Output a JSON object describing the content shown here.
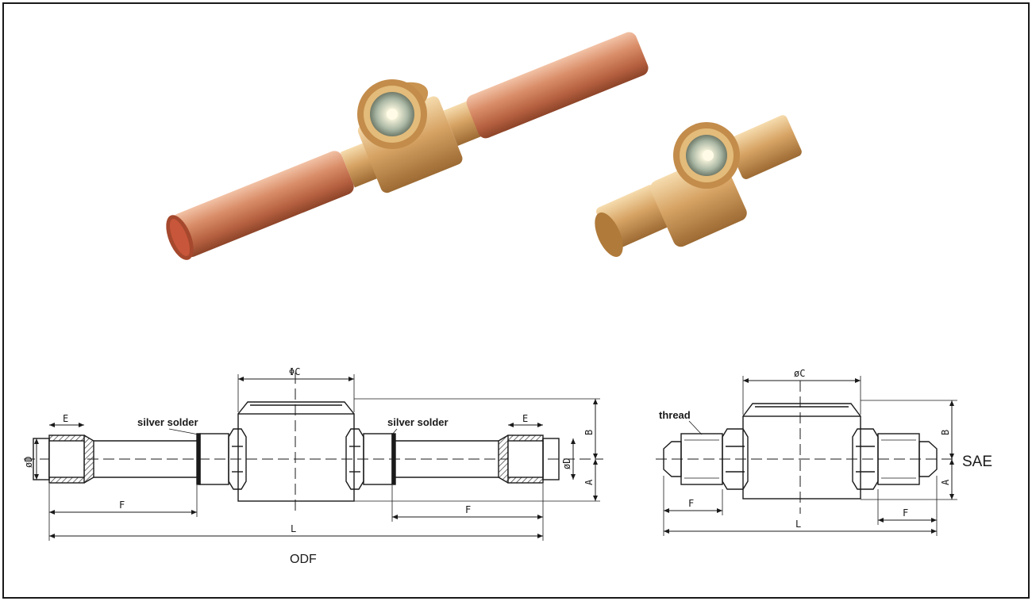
{
  "photo": {
    "subject": "sight glass product photo",
    "colors": {
      "copper": "#c97a57",
      "brass": "#cf9a55",
      "glass": "#e8efe0"
    }
  },
  "odf_drawing": {
    "caption": "ODF",
    "phi_c": "ΦC",
    "left_note": "silver solder",
    "right_note": "silver solder",
    "e_left": "E",
    "e_right": "E",
    "d_left": "øD",
    "d_right": "øD",
    "f_left": "F",
    "f_right": "F",
    "l": "L",
    "a": "A",
    "b": "B"
  },
  "sae_drawing": {
    "caption": "SAE",
    "phi_c": "øC",
    "note": "thread",
    "f_left": "F",
    "f_right": "F",
    "l": "L",
    "a": "A",
    "b": "B"
  },
  "colors": {
    "line": "#1a1a1a",
    "hatch": "#333333"
  }
}
